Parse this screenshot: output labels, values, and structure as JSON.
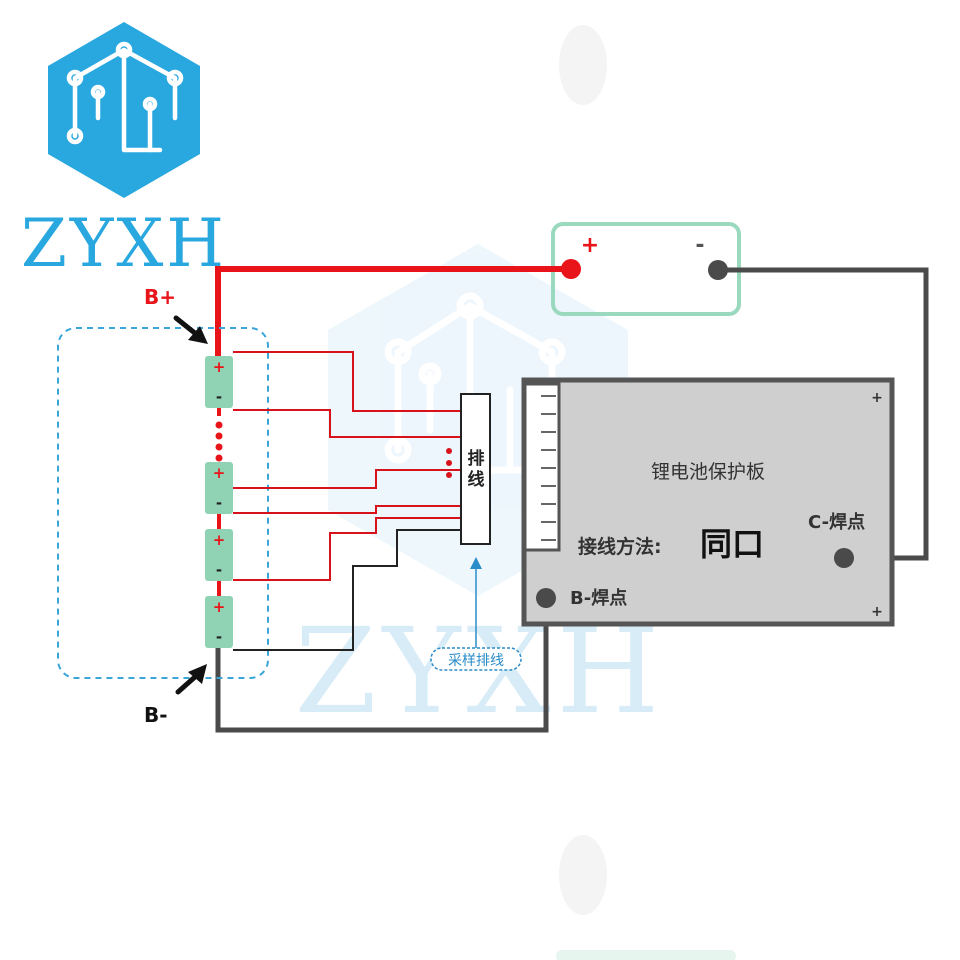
{
  "logo": {
    "text": "ZYXH",
    "color": "#29a8e0"
  },
  "watermark": {
    "text": "ZYXH",
    "color": "#cfe9f7"
  },
  "labels": {
    "b_plus": "B+",
    "b_minus": "B-",
    "load_plus": "+",
    "load_minus": "-",
    "cell_plus": "+",
    "cell_minus": "-",
    "connector": "排\n线",
    "connector_line1": "排",
    "connector_line2": "线",
    "board_title": "锂电池保护板",
    "wiring_method_label": "接线方法:",
    "wiring_method_value": "同口",
    "c_minus_pad": "C-焊点",
    "b_minus_pad": "B-焊点",
    "sampling_cable": "采样排线",
    "screw_mark": "+"
  },
  "colors": {
    "positive_wire": "#e8141a",
    "negative_wire": "#4a4a4a",
    "sense_wire_red": "#d8121a",
    "sense_wire_black": "#222222",
    "cell_fill": "#8fd3b4",
    "load_box": "#8fd8b8",
    "board_fill": "#cfcfcf",
    "board_border": "#555555",
    "pack_outline": "#3aa6d8",
    "arrow_blue": "#2a8cc8"
  }
}
